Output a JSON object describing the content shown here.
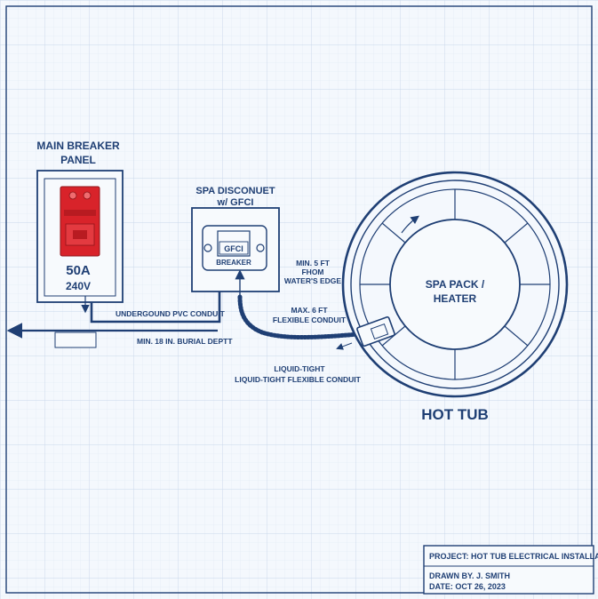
{
  "panel": {
    "title_line1": "MAIN BREAKER",
    "title_line2": "PANEL",
    "amps": "50A",
    "volts": "240V"
  },
  "disconnect": {
    "title_line1": "SPA DISCONUET",
    "title_line2": "w/ GFCI",
    "gfci_label": "GFCI",
    "breaker_label": "BREAKER"
  },
  "labels": {
    "underground": "UNDERGOUND PVC CONDUIT",
    "burial": "MIN. 18 IN. BURIAL DEPTT",
    "distance_line1": "MIN. 5 FT",
    "distance_line2": "FHOM",
    "distance_line3": "WATER'S EDGE",
    "flex_line1": "MAX. 6 FT",
    "flex_line2": "FLEXIBLE CONDUIT",
    "liquid_line1": "LIQUID-TIGHT",
    "liquid_line2": "LIQUID-TIGHT FLEXIBLE CONDUIT",
    "spa_pack_line1": "SPA PACK /",
    "spa_pack_line2": "HEATER",
    "hot_tub": "HOT TUB"
  },
  "title_block": {
    "project": "PROJECT: HOT TUB ELECTRICAL INSTALLATION",
    "drawn_by": "DRAWN BY. J. SMITH",
    "date": "DATE: OCT 26, 2023"
  },
  "colors": {
    "line": "#1f3f74",
    "breaker_red": "#d8232a",
    "grid": "#d4e0ef",
    "paper": "#f4f8fd"
  }
}
